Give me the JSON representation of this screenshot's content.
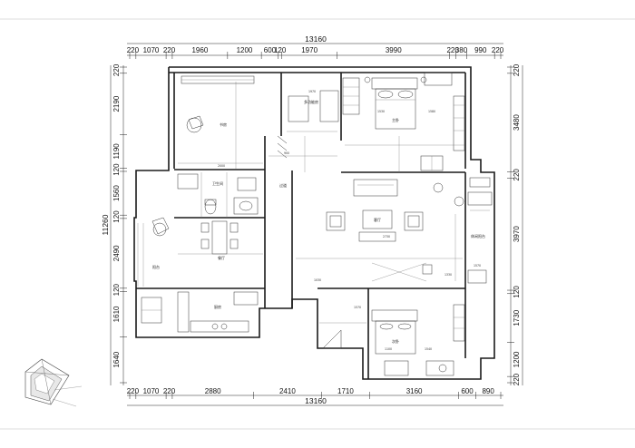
{
  "dimensions": {
    "top_total": "13160",
    "top_segments": [
      "220",
      "1070",
      "220",
      "1960",
      "1200",
      "600",
      "120",
      "1970",
      "3990",
      "220",
      "380",
      "990",
      "220"
    ],
    "bottom_total": "13160",
    "bottom_segments": [
      "220",
      "1070",
      "220",
      "2880",
      "2410",
      "1710",
      "3160",
      "600",
      "890"
    ],
    "left_total": "11260",
    "left_segments": [
      "220",
      "2190",
      "1190",
      "120",
      "1560",
      "120",
      "2490",
      "120",
      "1610",
      "1640"
    ],
    "right_segments": [
      "220",
      "3480",
      "220",
      "3970",
      "120",
      "1730",
      "1200",
      "220"
    ]
  },
  "rooms": {
    "study": "书房",
    "multi": "多功能房",
    "master": "主卧",
    "guest_wc": "卫生间",
    "living": "客厅",
    "balcony_living": "阳台",
    "leisure_balcony": "休闲阳台",
    "dining": "餐厅",
    "kitchen": "厨房",
    "second_bed": "次卧",
    "corridor": "过道"
  },
  "inner_dims": [
    "1970",
    "1530",
    "1580",
    "2730",
    "1330",
    "1570",
    "1100",
    "1540",
    "1570",
    "900",
    "2000",
    "1030"
  ]
}
